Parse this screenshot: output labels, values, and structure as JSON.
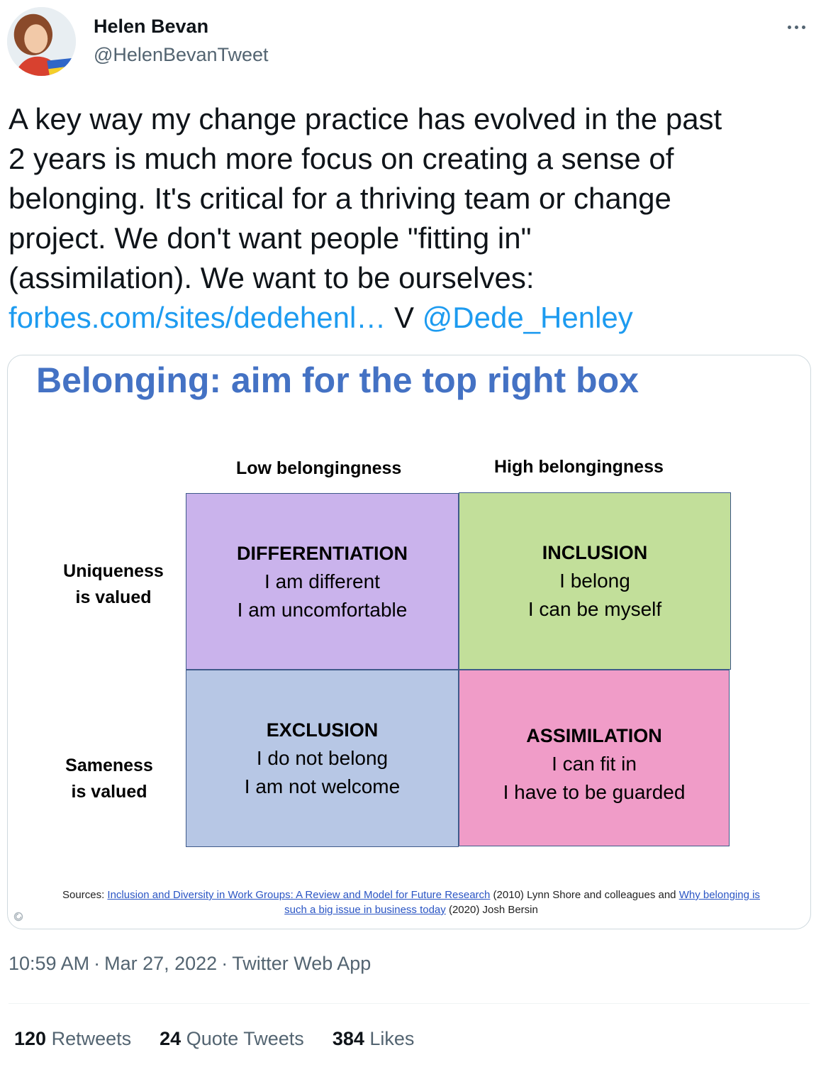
{
  "author": {
    "name": "Helen Bevan",
    "handle": "@HelenBevanTweet"
  },
  "tweet": {
    "lines": [
      "A key way my change practice has evolved in the past",
      "2 years is much more focus on creating a sense of",
      "belonging. It's critical for a thriving team or change",
      "project. We don't want people \"fitting in\"",
      "(assimilation). We want to be ourselves:"
    ],
    "link_text": "forbes.com/sites/dedehenl…",
    "via_text": " V ",
    "mention": "@Dede_Henley"
  },
  "card": {
    "title": "Belonging: aim for the top right box",
    "col_labels": {
      "low": "Low belongingness",
      "high": "High belongingness"
    },
    "row_labels": {
      "top": [
        "Uniqueness",
        "is valued"
      ],
      "bottom": [
        "Sameness",
        "is valued"
      ]
    },
    "quadrants": {
      "differentiation": {
        "title": "DIFFERENTIATION",
        "line1": "I am different",
        "line2": "I am uncomfortable",
        "color": "#cab3ec"
      },
      "inclusion": {
        "title": "INCLUSION",
        "line1": "I belong",
        "line2": "I can be myself",
        "color": "#c2df9a"
      },
      "exclusion": {
        "title": "EXCLUSION",
        "line1": "I do not belong",
        "line2": "I am not welcome",
        "color": "#b7c7e5"
      },
      "assimilation": {
        "title": "ASSIMILATION",
        "line1": "I can fit in",
        "line2": "I have to be guarded",
        "color": "#f09cc8"
      }
    },
    "sources": {
      "prefix": "Sources: ",
      "link1": "Inclusion and Diversity in Work Groups: A Review and Model for Future Research",
      "mid": " (2010)  Lynn Shore and colleagues  and ",
      "link2a": "Why belonging is",
      "link2b": "such a big issue in business today",
      "suffix": " (2020) Josh Bersin"
    }
  },
  "meta": {
    "time": "10:59 AM",
    "date": "Mar 27, 2022",
    "app": "Twitter Web App",
    "separator": "·"
  },
  "stats": {
    "retweets": {
      "count": "120",
      "label": "Retweets"
    },
    "quotes": {
      "count": "24",
      "label": "Quote Tweets"
    },
    "likes": {
      "count": "384",
      "label": "Likes"
    }
  },
  "colors": {
    "accent_link": "#1d9bf0",
    "card_title": "#4472c4",
    "secondary_text": "#536471"
  },
  "icons": {
    "more": "more-horizontal-icon",
    "card_source": "link-icon"
  }
}
